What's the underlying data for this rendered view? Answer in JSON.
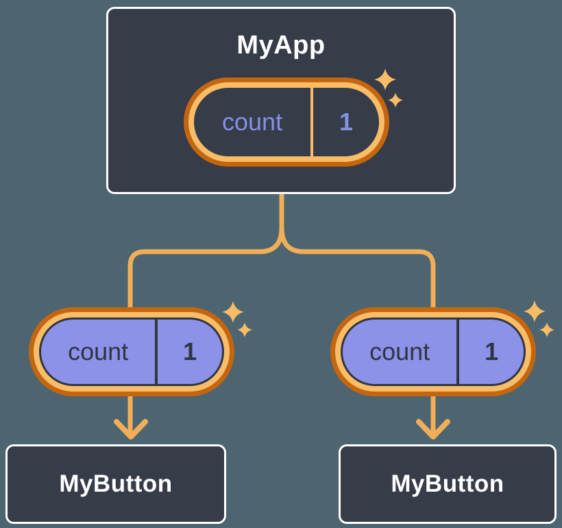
{
  "diagram": {
    "root": {
      "title": "MyApp",
      "state": {
        "name": "count",
        "value": "1"
      }
    },
    "children": [
      {
        "title": "MyButton",
        "state": {
          "name": "count",
          "value": "1"
        }
      },
      {
        "title": "MyButton",
        "state": {
          "name": "count",
          "value": "1"
        }
      }
    ]
  },
  "icons": {
    "sparkle": "sparkle-icon",
    "arrow": "arrow-down-icon"
  },
  "colors": {
    "background": "#4C6570",
    "card_fill": "#363C48",
    "card_border": "#FFFFFF",
    "pill_outer_orange": "#C4660F",
    "pill_ring_orange": "#F9BD68",
    "connector_orange": "#F1AE58",
    "sparkle_orange": "#F8BC66",
    "state_purple_fill": "#8B92E8",
    "state_purple_text": "#8490E4",
    "dark_text": "#2F3540"
  }
}
